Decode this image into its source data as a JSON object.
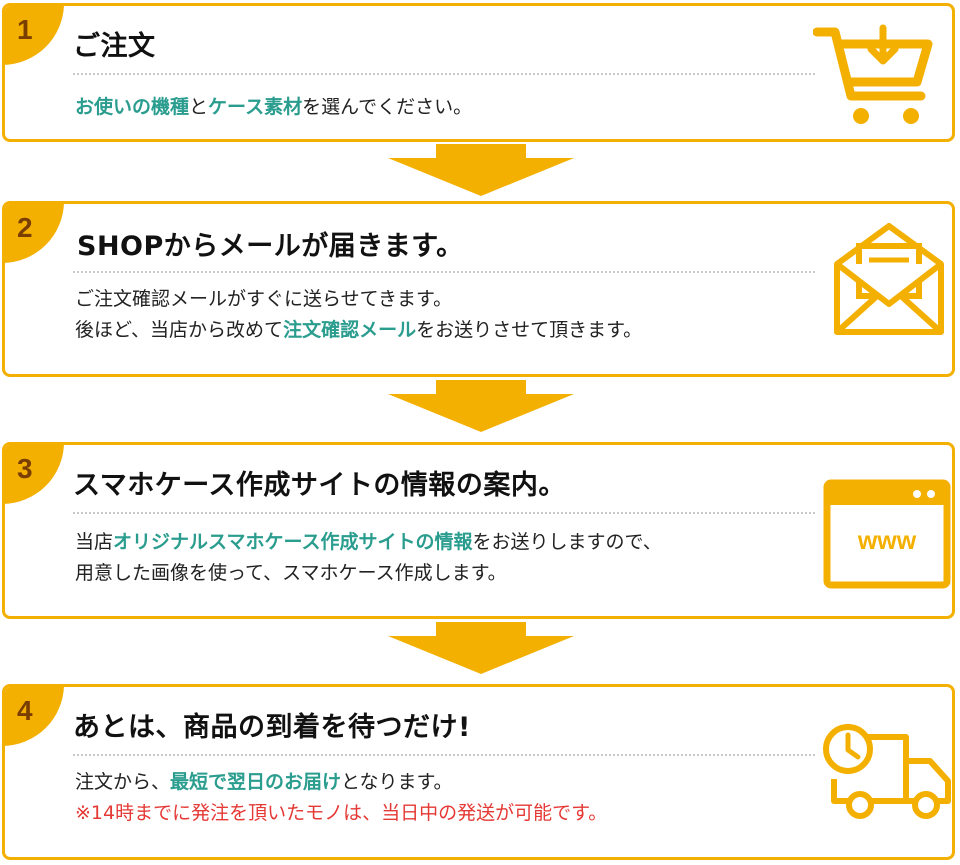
{
  "colors": {
    "accent": "#f4b000",
    "number": "#7a3f00",
    "highlight": "#2a9d8f",
    "note": "#e53935"
  },
  "steps": [
    {
      "number": "1",
      "title": "ご注文",
      "icon": "cart-download-icon",
      "lines": [
        {
          "hl1": "お使いの機種",
          "t1": "と",
          "hl2": "ケース素材",
          "t2": "を選んでください。"
        }
      ]
    },
    {
      "number": "2",
      "title": "SHOPからメールが届きます。",
      "icon": "envelope-icon",
      "line1": "ご注文確認メールがすぐに送らせてきます。",
      "line2": {
        "t1": "後ほど、当店から改めて",
        "hl": "注文確認メール",
        "t2": "をお送りさせて頂きます。"
      }
    },
    {
      "number": "3",
      "title": "スマホケース作成サイトの情報の案内。",
      "icon": "browser-window-icon",
      "icon_text": "www",
      "line1": {
        "t1": "当店",
        "hl": "オリジナルスマホケース作成サイトの情報",
        "t2": "をお送りしますので、"
      },
      "line2": "用意した画像を使って、スマホケース作成します。"
    },
    {
      "number": "4",
      "title": "あとは、商品の到着を待つだけ!",
      "icon": "delivery-truck-icon",
      "line1": {
        "t1": "注文から、",
        "hl": "最短で翌日のお届け",
        "t2": "となります。"
      },
      "line2": "※14時までに発注を頂いたモノは、当日中の発送が可能です。"
    }
  ]
}
